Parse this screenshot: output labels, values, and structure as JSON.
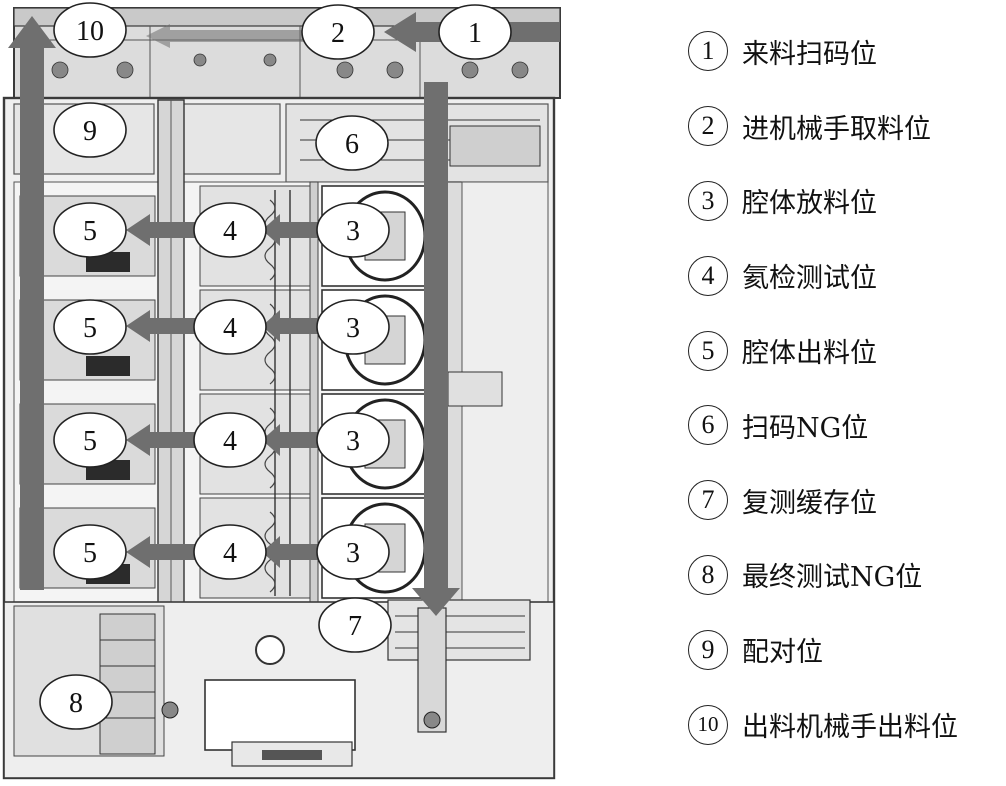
{
  "callouts": [
    {
      "id": "1",
      "label": "1"
    },
    {
      "id": "2",
      "label": "2"
    },
    {
      "id": "3",
      "label": "3"
    },
    {
      "id": "4",
      "label": "4"
    },
    {
      "id": "5",
      "label": "5"
    },
    {
      "id": "6",
      "label": "6"
    },
    {
      "id": "7",
      "label": "7"
    },
    {
      "id": "8",
      "label": "8"
    },
    {
      "id": "9",
      "label": "9"
    },
    {
      "id": "10",
      "label": "10"
    }
  ],
  "legend": [
    {
      "num": "1",
      "text": "来料扫码位"
    },
    {
      "num": "2",
      "text": "进机械手取料位"
    },
    {
      "num": "3",
      "text": "腔体放料位"
    },
    {
      "num": "4",
      "text": "氦检测试位"
    },
    {
      "num": "5",
      "text": "腔体出料位"
    },
    {
      "num": "6",
      "text": "扫码NG位"
    },
    {
      "num": "7",
      "text": "复测缓存位"
    },
    {
      "num": "8",
      "text": "最终测试NG位"
    },
    {
      "num": "9",
      "text": "配对位"
    },
    {
      "num": "10",
      "text": "出料机械手出料位"
    }
  ],
  "colors": {
    "arrow": "#6f6f6f",
    "frame": "#3a3a3a",
    "panel": "#e9e9e9",
    "callout_fill": "#ffffff"
  }
}
